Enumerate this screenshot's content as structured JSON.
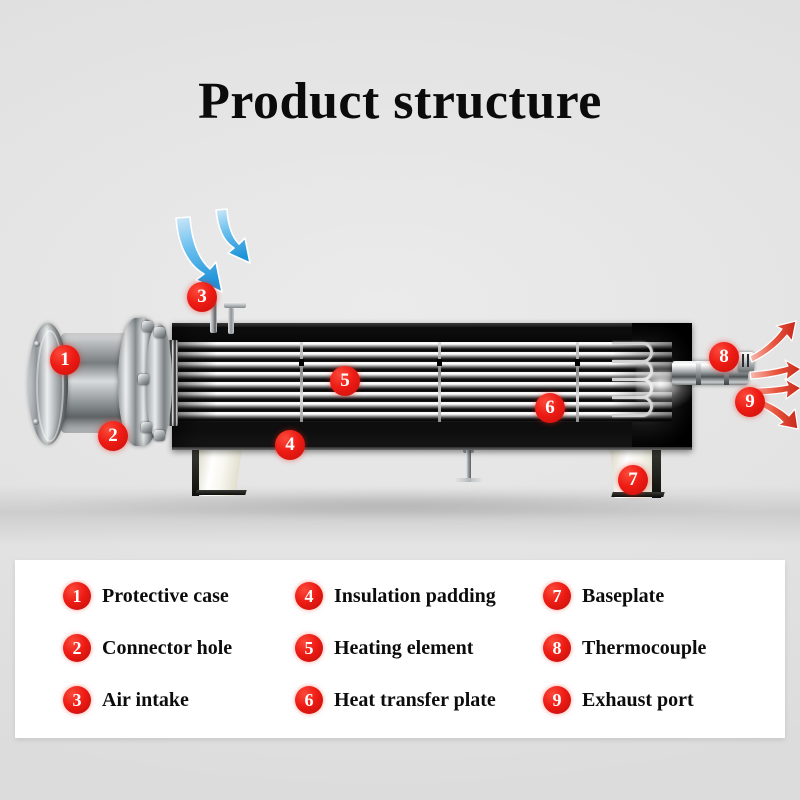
{
  "page": {
    "title": "Product structure",
    "background_color": "#e4e4e4",
    "accent_color": "#ee1c15"
  },
  "legend": {
    "panel_background": "#ffffff",
    "columns": [
      [
        {
          "number": "1",
          "label": "Protective case"
        },
        {
          "number": "2",
          "label": "Connector hole"
        },
        {
          "number": "3",
          "label": "Air intake"
        }
      ],
      [
        {
          "number": "4",
          "label": "Insulation padding"
        },
        {
          "number": "5",
          "label": "Heating element"
        },
        {
          "number": "6",
          "label": "Heat transfer plate"
        }
      ],
      [
        {
          "number": "7",
          "label": "Baseplate"
        },
        {
          "number": "8",
          "label": "Thermocouple"
        },
        {
          "number": "9",
          "label": "Exhaust port"
        }
      ]
    ]
  },
  "diagram": {
    "subject": "industrial air duct heater cutaway",
    "callouts": [
      {
        "number": "1",
        "target": "protective-case"
      },
      {
        "number": "2",
        "target": "connector-hole"
      },
      {
        "number": "3",
        "target": "air-intake"
      },
      {
        "number": "4",
        "target": "insulation-padding"
      },
      {
        "number": "5",
        "target": "heating-element"
      },
      {
        "number": "6",
        "target": "heat-transfer-plate"
      },
      {
        "number": "7",
        "target": "baseplate"
      },
      {
        "number": "8",
        "target": "thermocouple"
      },
      {
        "number": "9",
        "target": "exhaust-port"
      }
    ],
    "flow": {
      "intake_arrow_color": "#45a9e8",
      "intake_arrow_count": "2",
      "exhaust_arrow_color": "#e0442f",
      "exhaust_arrow_count": "4"
    }
  }
}
